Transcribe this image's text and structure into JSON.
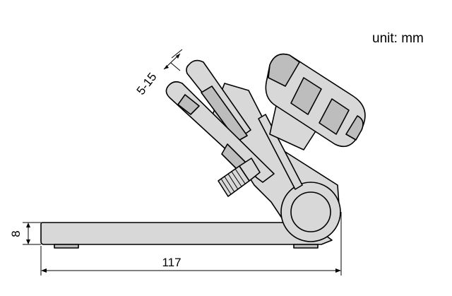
{
  "unit_label": "unit: mm",
  "dimensions": {
    "gap": "5-15",
    "thickness": "8",
    "length": "117"
  }
}
